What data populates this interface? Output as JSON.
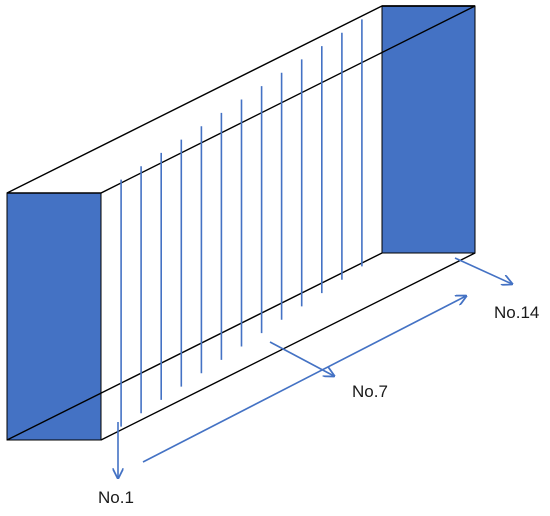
{
  "colors": {
    "face_fill": "#4472c4",
    "line": "#000000",
    "accent_line": "#4472c4"
  },
  "labels": {
    "no1": "No.1",
    "no7": "No.7",
    "no14": "No.14"
  }
}
